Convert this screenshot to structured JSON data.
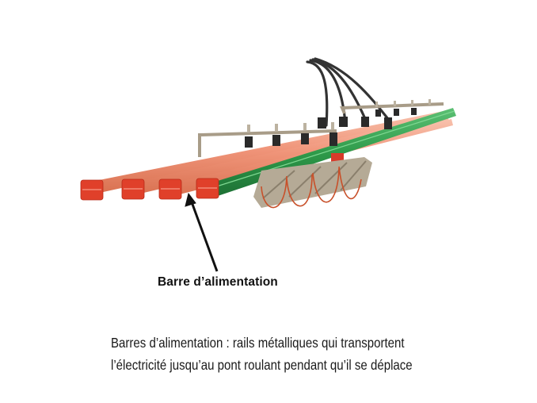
{
  "figure": {
    "subject": "conductor bar system with current collector",
    "colors": {
      "background": "#ffffff",
      "copper_bar": "#f0957a",
      "end_cap": "#e0402a",
      "ground_bar": "#2e9a4a",
      "bracket": "#a89c88",
      "clamp": "#2a2a2a",
      "cable": "#3a3a3a",
      "collector_wire": "#c8502a",
      "arrow": "#111111"
    },
    "bars": [
      {
        "type": "phase",
        "color": "#f0957a"
      },
      {
        "type": "phase",
        "color": "#f0957a"
      },
      {
        "type": "phase",
        "color": "#f0957a"
      },
      {
        "type": "ground",
        "color": "#2e9a4a"
      }
    ]
  },
  "callout": {
    "label": "Barre d’alimentation"
  },
  "caption": {
    "line1": "Barres d’alimentation : rails métalliques qui transportent",
    "line2": "l’électricité jusqu’au pont roulant pendant qu’il se déplace"
  }
}
